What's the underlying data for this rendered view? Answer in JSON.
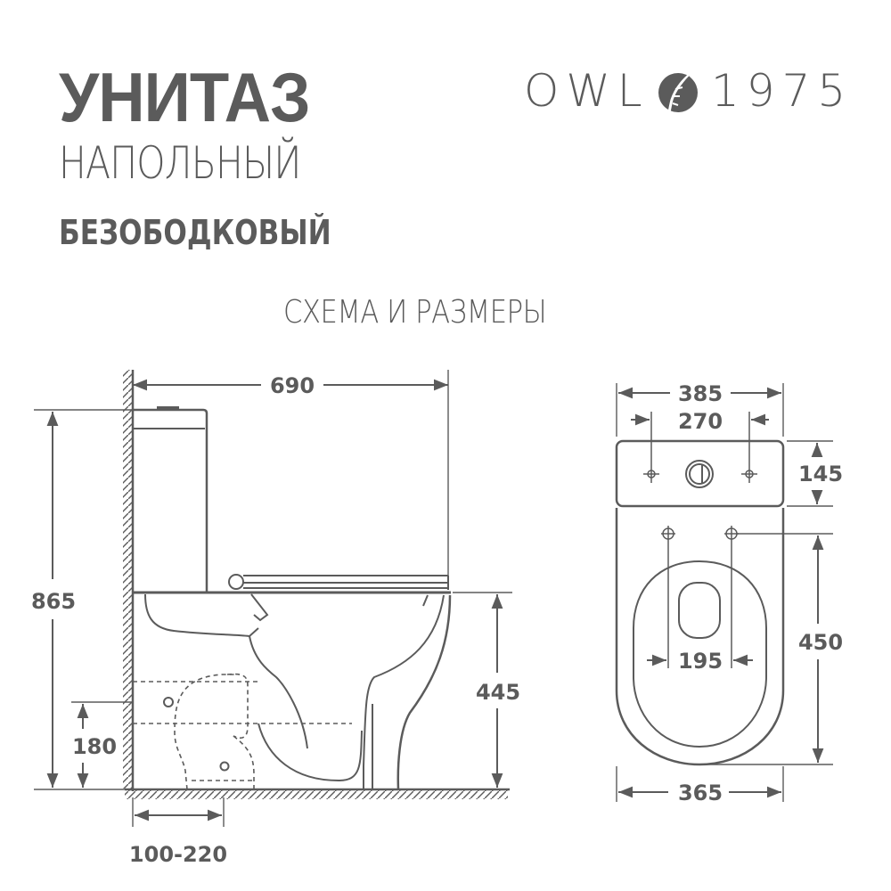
{
  "header": {
    "title": "УНИТАЗ",
    "subtitle_line1": "НАПОЛЬНЫЙ",
    "subtitle_line2": "БЕЗОБОДКОВЫЙ"
  },
  "logo": {
    "brand": "OWL",
    "year": "1975",
    "icon": "feather-circle-icon"
  },
  "section": {
    "title": "СХЕМА И РАЗМЕРЫ"
  },
  "side_view": {
    "depth": "690",
    "total_height": "865",
    "seat_height": "445",
    "outlet_height": "180",
    "wall_to_outlet": "100-220"
  },
  "top_view": {
    "tank_width": "385",
    "mount_holes_spacing": "270",
    "tank_depth": "145",
    "bowl_length": "450",
    "seat_holes_spacing": "195",
    "bowl_width": "365"
  },
  "colors": {
    "line": "#5b5b5b",
    "text": "#5b5b5b",
    "background": "#ffffff"
  }
}
